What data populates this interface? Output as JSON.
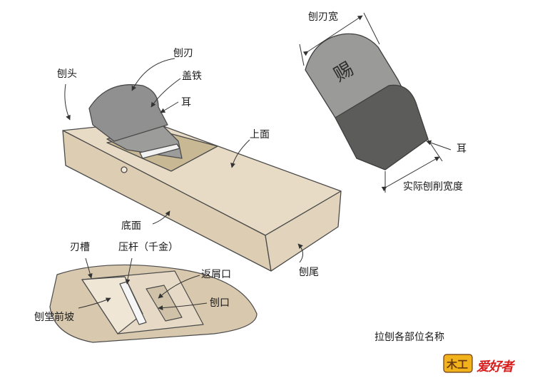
{
  "labels": {
    "blade": "刨刃",
    "plane_head": "刨头",
    "cap_iron": "盖铁",
    "ear_left": "耳",
    "top_face": "上面",
    "bottom_face": "底面",
    "tail": "刨尾",
    "blade_width": "刨刃宽",
    "ear_right": "耳",
    "actual_width": "实际刨削宽度",
    "blade_groove": "刃槽",
    "pressure_bar": "压杆（千金）",
    "chip_return": "返屑口",
    "mouth": "刨口",
    "front_slope": "刨堂前坡"
  },
  "caption": "拉刨各部位名称",
  "logo": {
    "text": "爱好者",
    "icon_char": "木工"
  },
  "colors": {
    "wood": "#e8dbc6",
    "wood_side": "#ddcdb2",
    "steel": "#9a9a98",
    "steel_dark": "#5e5e5c",
    "bed": "#d8c8ae",
    "ink": "#3a3a3a"
  }
}
